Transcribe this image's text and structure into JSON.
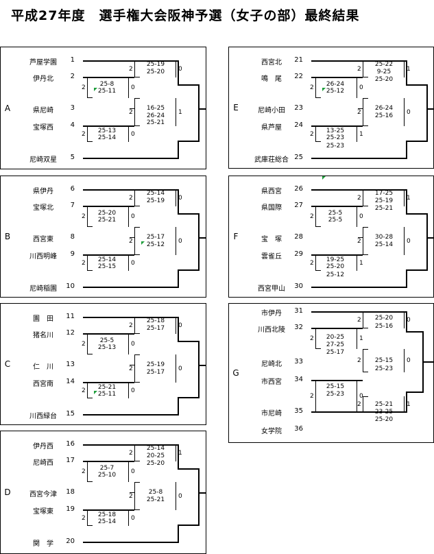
{
  "title": "平成27年度　選手権大会阪神予選（女子の部）最終結果",
  "blocks": [
    {
      "label": "A",
      "teams": [
        {
          "name": "芦屋学園",
          "seed": "1"
        },
        {
          "name": "伊丹北",
          "seed": "2"
        },
        {
          "name": "県尼崎",
          "seed": "3"
        },
        {
          "name": "宝塚西",
          "seed": "4"
        },
        {
          "name": "尼崎双星",
          "seed": "5"
        }
      ],
      "matches": [
        {
          "left": "2",
          "right": "0",
          "sets": [
            "25-19",
            "25-20"
          ]
        },
        {
          "left": "2",
          "right": "0",
          "sets": [
            "25-8",
            "25-11"
          ]
        },
        {
          "left": "2",
          "right": "1",
          "sets": [
            "16-25",
            "26-24",
            "25-21"
          ]
        },
        {
          "left": "2",
          "right": "0",
          "sets": [
            "25-13",
            "25-14"
          ]
        }
      ]
    },
    {
      "label": "B",
      "teams": [
        {
          "name": "県伊丹",
          "seed": "6"
        },
        {
          "name": "宝塚北",
          "seed": "7"
        },
        {
          "name": "西宮東",
          "seed": "8"
        },
        {
          "name": "川西明峰",
          "seed": "9"
        },
        {
          "name": "尼崎稲園",
          "seed": "10"
        }
      ],
      "matches": [
        {
          "left": "2",
          "right": "0",
          "sets": [
            "25-14",
            "25-19"
          ]
        },
        {
          "left": "2",
          "right": "0",
          "sets": [
            "25-20",
            "25-21"
          ]
        },
        {
          "left": "2",
          "right": "0",
          "sets": [
            "25-17",
            "25-12"
          ]
        },
        {
          "left": "2",
          "right": "0",
          "sets": [
            "25-14",
            "25-15"
          ]
        }
      ]
    },
    {
      "label": "C",
      "teams": [
        {
          "name": "園　田",
          "seed": "11"
        },
        {
          "name": "猪名川",
          "seed": "12"
        },
        {
          "name": "仁　川",
          "seed": "13"
        },
        {
          "name": "西宮南",
          "seed": "14"
        },
        {
          "name": "川西緑台",
          "seed": "15"
        }
      ],
      "matches": [
        {
          "left": "2",
          "right": "0",
          "sets": [
            "25-18",
            "25-17"
          ]
        },
        {
          "left": "2",
          "right": "0",
          "sets": [
            "25-5",
            "25-13"
          ]
        },
        {
          "left": "2",
          "right": "0",
          "sets": [
            "25-19",
            "25-17"
          ]
        },
        {
          "left": "2",
          "right": "0",
          "sets": [
            "25-21",
            "25-11"
          ]
        }
      ]
    },
    {
      "label": "D",
      "teams": [
        {
          "name": "伊丹西",
          "seed": "16"
        },
        {
          "name": "尼崎西",
          "seed": "17"
        },
        {
          "name": "西宮今津",
          "seed": "18"
        },
        {
          "name": "宝塚東",
          "seed": "19"
        },
        {
          "name": "関　学",
          "seed": "20"
        }
      ],
      "matches": [
        {
          "left": "2",
          "right": "1",
          "sets": [
            "25-14",
            "20-25",
            "25-20"
          ]
        },
        {
          "left": "2",
          "right": "0",
          "sets": [
            "25-7",
            "25-10"
          ]
        },
        {
          "left": "2",
          "right": "0",
          "sets": [
            "25-8",
            "25-21"
          ]
        },
        {
          "left": "2",
          "right": "0",
          "sets": [
            "25-18",
            "25-14"
          ]
        }
      ]
    },
    {
      "label": "E",
      "teams": [
        {
          "name": "西宮北",
          "seed": "21"
        },
        {
          "name": "鳴　尾",
          "seed": "22"
        },
        {
          "name": "尼崎小田",
          "seed": "23"
        },
        {
          "name": "県芦屋",
          "seed": "24"
        },
        {
          "name": "武庫荘総合",
          "seed": "25"
        }
      ],
      "matches": [
        {
          "left": "2",
          "right": "1",
          "sets": [
            "25-22",
            "9-25",
            "25-20"
          ]
        },
        {
          "left": "2",
          "right": "0",
          "sets": [
            "26-24",
            "25-12"
          ]
        },
        {
          "left": "2",
          "right": "0",
          "sets": [
            "26-24",
            "25-16"
          ]
        },
        {
          "left": "2",
          "right": "1",
          "sets": [
            "13-25",
            "25-23",
            "25-23"
          ]
        }
      ]
    },
    {
      "label": "F",
      "teams": [
        {
          "name": "県西宮",
          "seed": "26"
        },
        {
          "name": "県国際",
          "seed": "27"
        },
        {
          "name": "宝　塚",
          "seed": "28"
        },
        {
          "name": "雲雀丘",
          "seed": "29"
        },
        {
          "name": "西宮甲山",
          "seed": "30"
        }
      ],
      "matches": [
        {
          "left": "2",
          "right": "1",
          "sets": [
            "17-25",
            "25-19",
            "25-21"
          ]
        },
        {
          "left": "2",
          "right": "0",
          "sets": [
            "25-5",
            "25-5"
          ]
        },
        {
          "left": "2",
          "right": "0",
          "sets": [
            "30-28",
            "25-14"
          ]
        },
        {
          "left": "2",
          "right": "1",
          "sets": [
            "19-25",
            "25-20",
            "25-12"
          ]
        }
      ]
    },
    {
      "label": "G",
      "teams": [
        {
          "name": "市伊丹",
          "seed": "31"
        },
        {
          "name": "川西北陵",
          "seed": "32"
        },
        {
          "name": "尼崎北",
          "seed": "33"
        },
        {
          "name": "市西宮",
          "seed": "34"
        },
        {
          "name": "市尼崎",
          "seed": "35"
        },
        {
          "name": "女学院",
          "seed": "36"
        }
      ],
      "matches": [
        {
          "left": "2",
          "right": "0",
          "sets": [
            "25-20",
            "25-16"
          ]
        },
        {
          "left": "2",
          "right": "1",
          "sets": [
            "20-25",
            "27-25",
            "25-17"
          ]
        },
        {
          "left": "2",
          "right": "0",
          "sets": [
            "25-15",
            "25-23"
          ]
        },
        {
          "left": "2",
          "right": "0",
          "sets": [
            "25-15",
            "25-23"
          ]
        },
        {
          "left": "2",
          "right": "1",
          "sets": [
            "25-21",
            "23-25",
            "25-20"
          ]
        }
      ]
    }
  ]
}
